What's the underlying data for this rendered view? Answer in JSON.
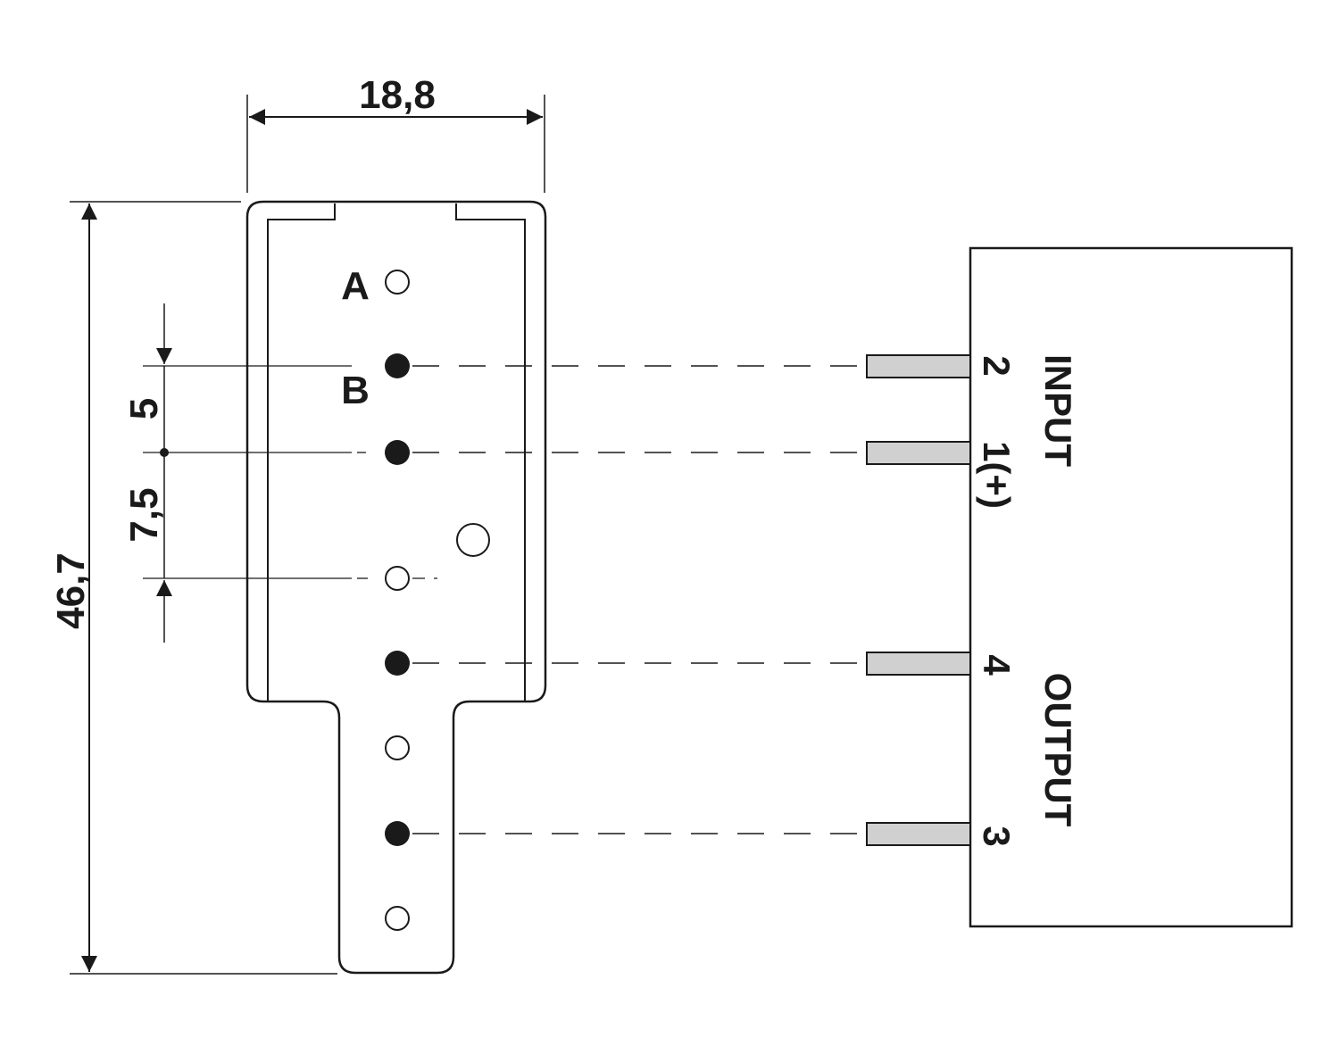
{
  "dimensions": {
    "width": "18,8",
    "height": "46,7",
    "pitch_a": "5",
    "pitch_b": "7,5"
  },
  "pin_labels": {
    "a": "A",
    "b": "B"
  },
  "terminals": {
    "t2": "2",
    "t1": "1(+)",
    "t4": "4",
    "t3": "3"
  },
  "groups": {
    "input": "INPUT",
    "output": "OUTPUT"
  },
  "colors": {
    "line": "#1a1a1a",
    "pin_fill": "#d0d0d0",
    "background": "#ffffff"
  }
}
